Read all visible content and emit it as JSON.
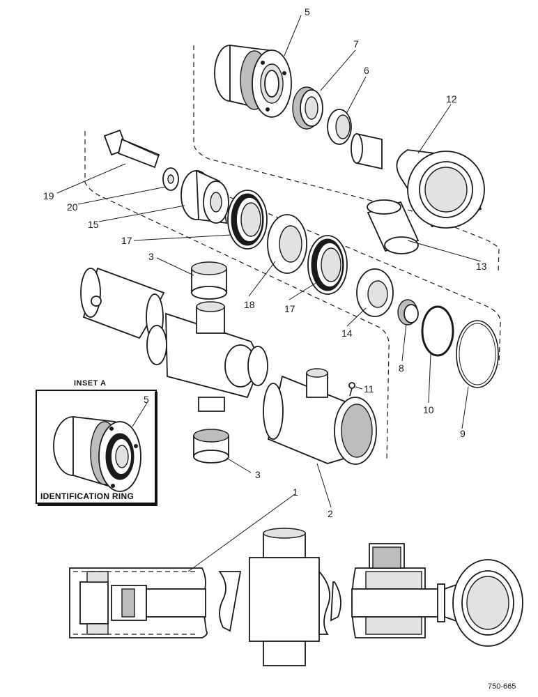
{
  "diagram": {
    "part_numbers": {
      "p1": "1",
      "p2": "2",
      "p3a": "3",
      "p3b": "3",
      "p5": "5",
      "p6": "6",
      "p7": "7",
      "p8": "8",
      "p9": "9",
      "p10": "10",
      "p11": "11",
      "p12": "12",
      "p13": "13",
      "p14": "14",
      "p15": "15",
      "p17a": "17",
      "p17b": "17",
      "p18": "18",
      "p19": "19",
      "p20": "20",
      "inset5": "5"
    },
    "inset": {
      "title": "INSET A",
      "caption": "IDENTIFICATION RING"
    },
    "drawing_number": "750-665"
  }
}
